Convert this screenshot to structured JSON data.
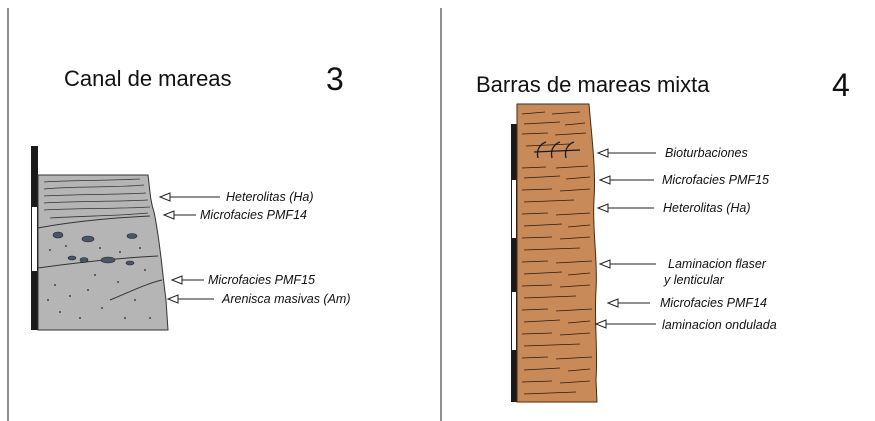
{
  "panel_left": {
    "title": "Canal de mareas",
    "number": "3",
    "labels": [
      "Heterolitas (Ha)",
      "Microfacies PMF14",
      "Microfacies PMF15",
      "Arenisca masivas (Am)"
    ]
  },
  "panel_right": {
    "title": "Barras de mareas mixta",
    "number": "4",
    "labels": [
      "Bioturbaciones",
      "Microfacies PMF15",
      "Heterolitas (Ha)",
      "Laminacion flaser",
      "y lenticular",
      "Microfacies PMF14",
      "laminacion ondulada"
    ]
  },
  "colors": {
    "gray_column": "#b3b3b3",
    "brown_column": "#c98a5a",
    "scale_bar": "#1a1a1a"
  }
}
